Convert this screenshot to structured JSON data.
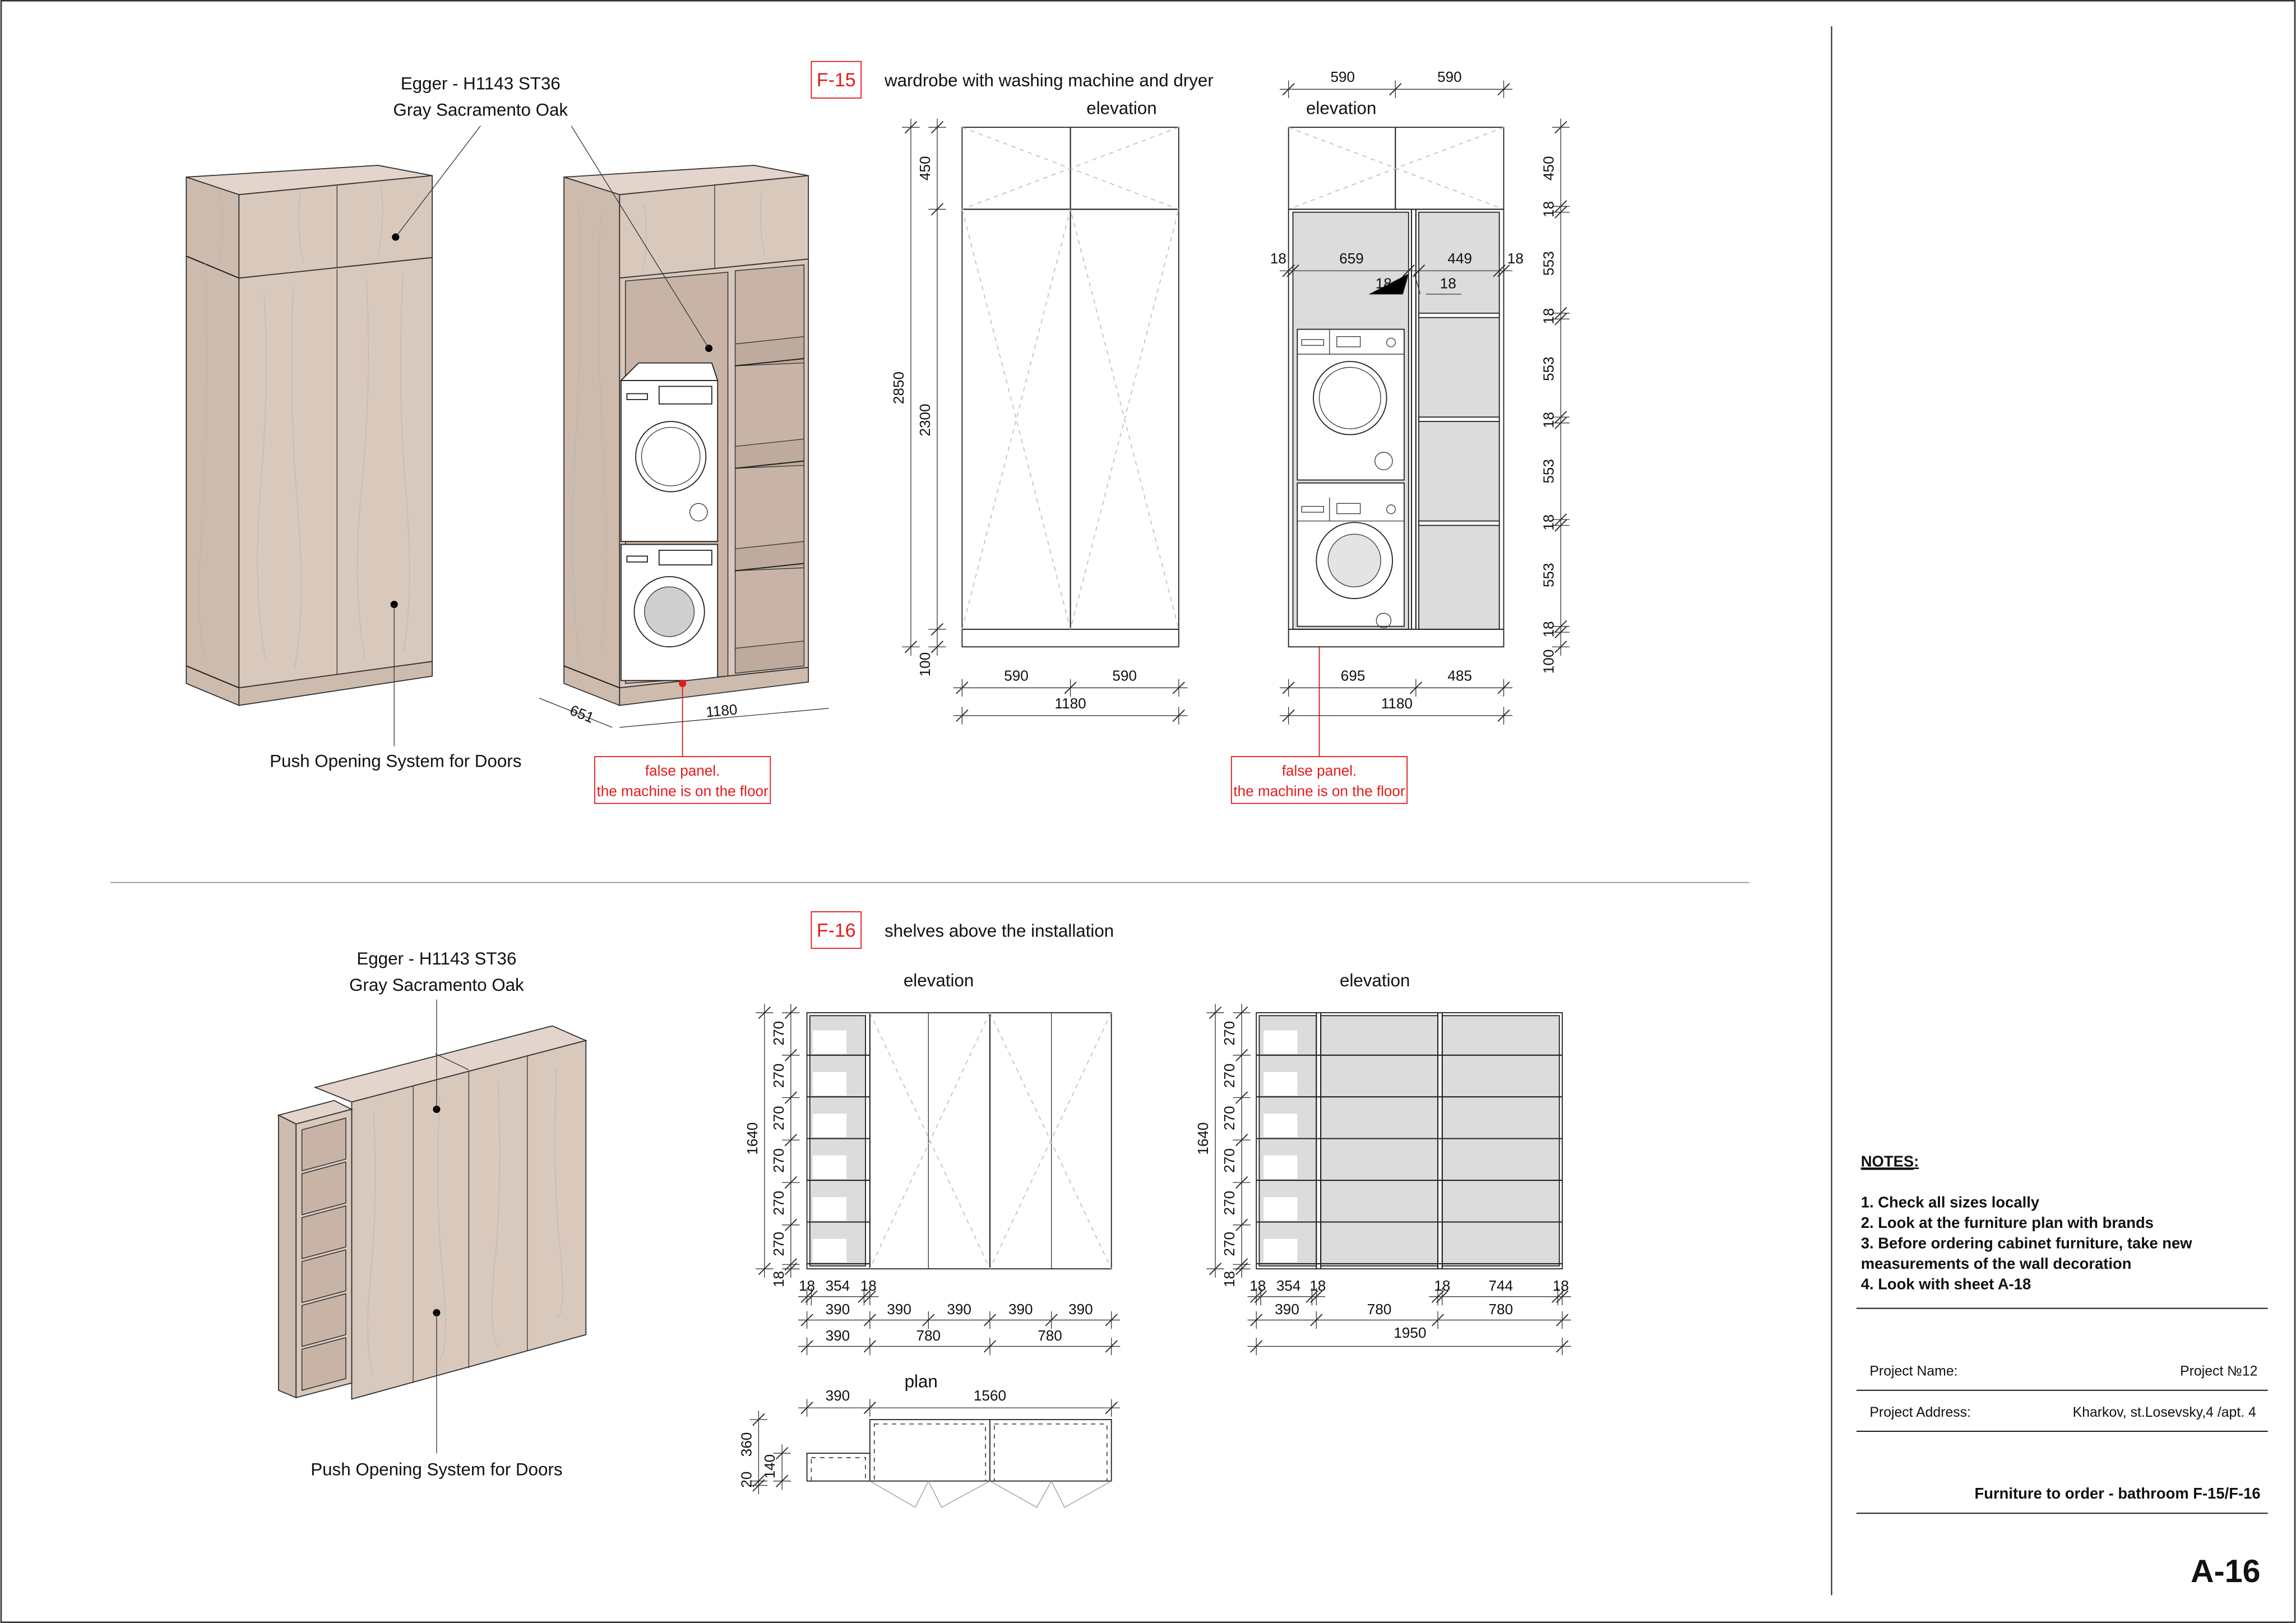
{
  "f15": {
    "tag": "F-15",
    "title": "wardrobe with washing machine and dryer",
    "material": [
      "Egger - H1143 ST36",
      "Gray Sacramento Oak"
    ],
    "push_label": "Push Opening System for Doors",
    "false_panel": [
      "false panel.",
      "the machine is on the floor"
    ],
    "iso_dims": {
      "depth": "651",
      "width": "1180"
    },
    "elev_a": {
      "label": "elevation",
      "bottom": [
        "590",
        "590"
      ],
      "total": "1180",
      "left_inner": [
        "450",
        "2300"
      ],
      "left_total": "2850",
      "plinth": "100"
    },
    "elev_b": {
      "label": "elevation",
      "top": [
        "590",
        "590"
      ],
      "inner_h": [
        "18",
        "659",
        "449",
        "18"
      ],
      "inner_sub": [
        "18",
        "18"
      ],
      "bottom": [
        "695",
        "485"
      ],
      "total": "1180",
      "right": [
        "450",
        "18",
        "553",
        "18",
        "553",
        "18",
        "553",
        "18",
        "553",
        "18",
        "100"
      ]
    }
  },
  "f16": {
    "tag": "F-16",
    "title": "shelves above the installation",
    "material": [
      "Egger - H1143 ST36",
      "Gray Sacramento Oak"
    ],
    "push_label": "Push Opening System for Doors",
    "elev_a": {
      "label": "elevation",
      "rows": [
        "270",
        "270",
        "270",
        "270",
        "270",
        "270"
      ],
      "base": "18",
      "total_h": "1640",
      "inner": [
        "18",
        "354",
        "18"
      ],
      "modules": [
        "390",
        "390",
        "390",
        "390",
        "390"
      ],
      "groups": [
        "390",
        "780",
        "780"
      ]
    },
    "plan": {
      "label": "plan",
      "widths": [
        "390",
        "1560"
      ],
      "depths": [
        "20",
        "360",
        "140"
      ]
    },
    "elev_b": {
      "label": "elevation",
      "rows": [
        "270",
        "270",
        "270",
        "270",
        "270",
        "270"
      ],
      "base": "18",
      "total_h": "1640",
      "inner": [
        "18",
        "354",
        "18",
        "18",
        "744",
        "18"
      ],
      "groups": [
        "390",
        "780",
        "780"
      ],
      "total": "1950"
    }
  },
  "title_block": {
    "notes_heading": "NOTES:",
    "notes": [
      "1. Check all sizes locally",
      "2. Look at the furniture plan with brands",
      "3. Before ordering cabinet furniture, take new",
      "measurements of the wall decoration",
      "4. Look with sheet A-18"
    ],
    "project_name_label": "Project Name:",
    "project_name": "Project №12",
    "project_address_label": "Project Address:",
    "project_address": "Kharkov, st.Losevsky,4 /apt. 4",
    "sheet_title": "Furniture to order - bathroom  F-15/F-16",
    "sheet_number": "A-16"
  },
  "colors": {
    "accent_red": "#e31b1b",
    "wood": "#d9c8bc",
    "interior_gray": "#dcdcdc"
  }
}
